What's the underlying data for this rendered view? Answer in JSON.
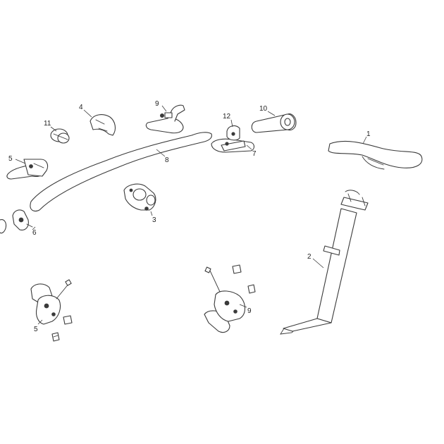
{
  "callouts": {
    "saddle": "1",
    "seatpost": "2",
    "stem": "3",
    "left_shifter": "4",
    "brake_lever_left": "5",
    "brake_caliper_front": "5",
    "shifter_clamp": "6",
    "right_shifter": "7",
    "handlebar": "8",
    "brake_lever_right": "9",
    "brake_caliper_rear": "9",
    "grips": "10",
    "bell": "11",
    "dropper_lever": "12"
  },
  "colors": {
    "line": "#3a3a3a",
    "background": "#ffffff"
  }
}
